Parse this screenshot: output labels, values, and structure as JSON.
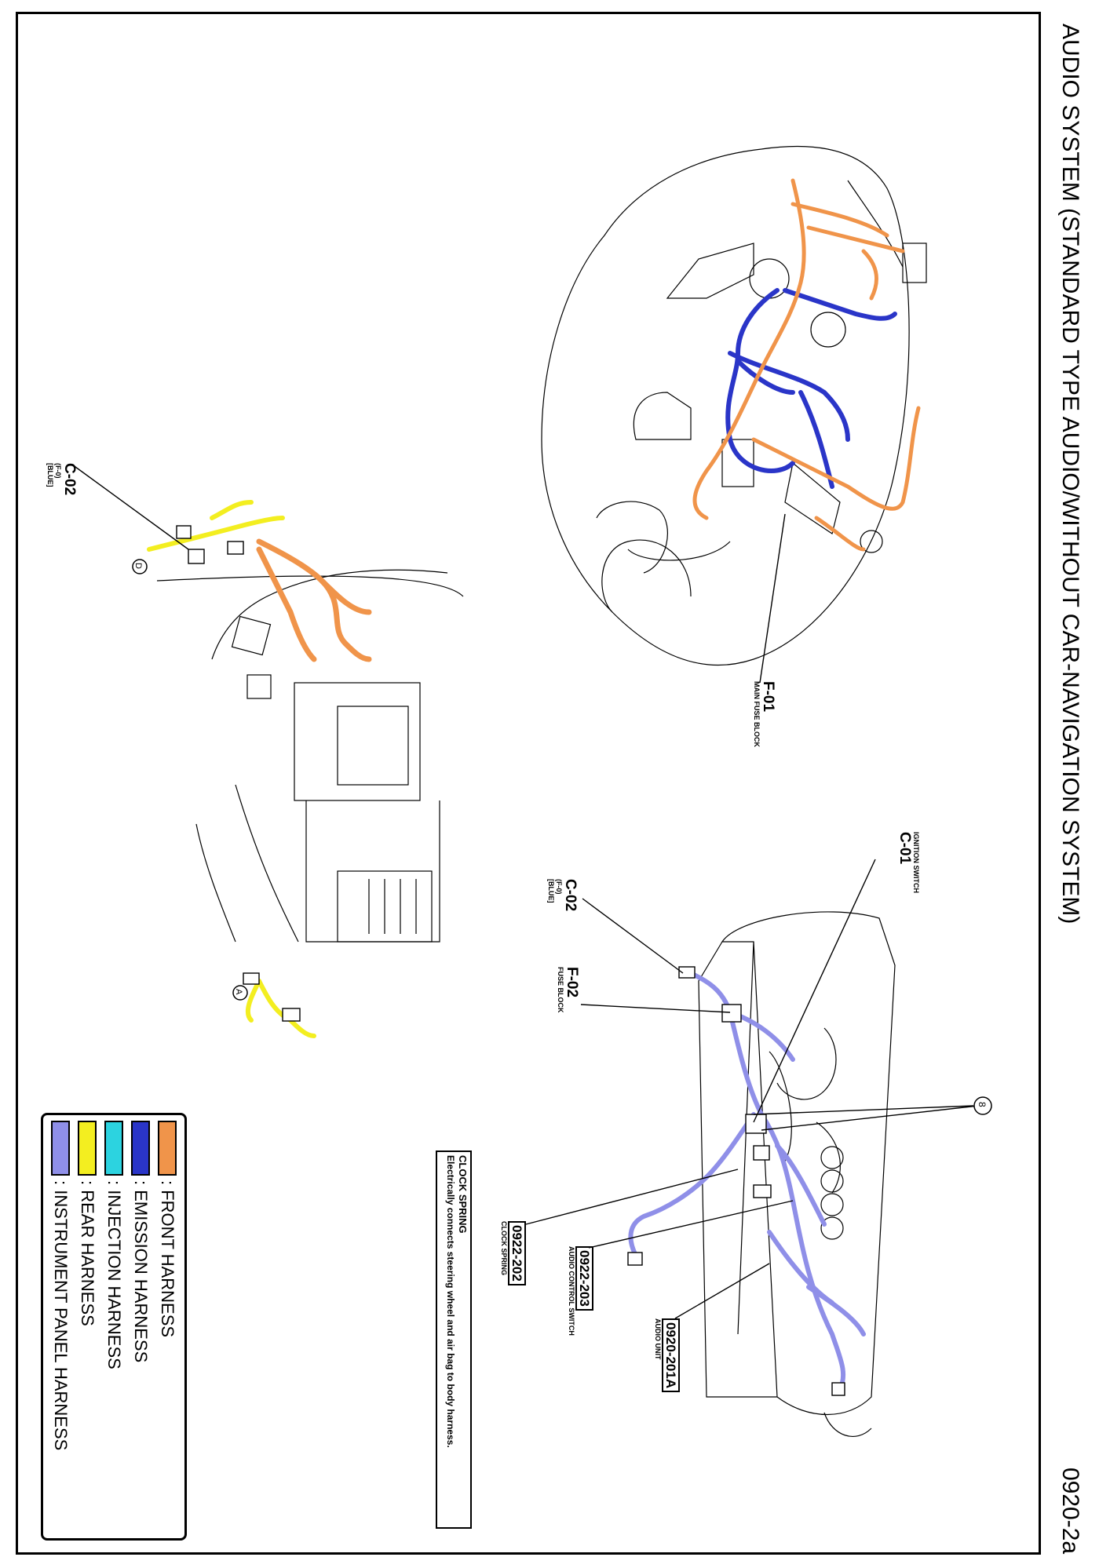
{
  "header": {
    "title": "AUDIO SYSTEM (STANDARD TYPE AUDIO/WITHOUT CAR-NAVIGATION SYSTEM)",
    "code": "0920-2a"
  },
  "labels": {
    "c02_left": {
      "code": "C-02",
      "sub1": "(F-0)",
      "sub2": "[BLUE]"
    },
    "c02_right": {
      "code": "C-02",
      "sub1": "(F-0)",
      "sub2": "[BLUE]"
    },
    "f01": {
      "code": "F-01",
      "desc": "MAIN FUSE BLOCK"
    },
    "c01": {
      "code": "C-01",
      "desc": "IGNITION SWITCH"
    },
    "f02": {
      "code": "F-02",
      "desc": "FUSE BLOCK"
    },
    "audio_unit": {
      "code": "0920-201A",
      "desc": "AUDIO UNIT"
    },
    "audio_control": {
      "code": "0922-203",
      "desc": "AUDIO CONTROL SWITCH"
    },
    "clock_spring_ref": {
      "code": "0922-202",
      "desc": "CLOCK SPRING"
    },
    "marker_a": "A",
    "marker_d": "D",
    "marker_8": "8"
  },
  "note": {
    "title": "CLOCK SPRING",
    "text": "Electrically connects steering wheel and air bag to body harness."
  },
  "legend": [
    {
      "name": ": FRONT HARNESS",
      "color": "#f0944a"
    },
    {
      "name": ": EMISSION HARNESS",
      "color": "#2a35c8"
    },
    {
      "name": ": INJECTION HARNESS",
      "color": "#2cd3e0"
    },
    {
      "name": ": REAR HARNESS",
      "color": "#f3ee20"
    },
    {
      "name": ": INSTRUMENT PANEL HARNESS",
      "color": "#8f8fe8"
    }
  ]
}
